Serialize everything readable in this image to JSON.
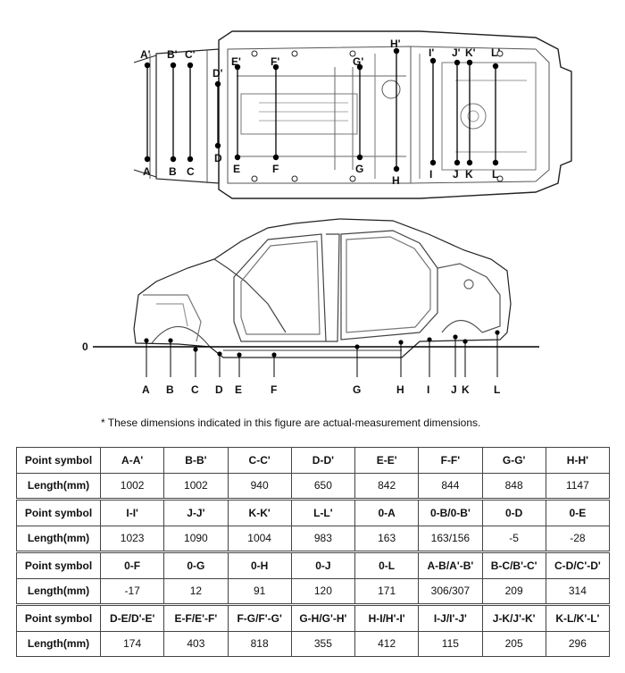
{
  "top_view": {
    "upper_labels": [
      "A'",
      "B'",
      "C'",
      "D'",
      "E'",
      "F'",
      "G'",
      "H'",
      "I'",
      "J'",
      "K'",
      "L'"
    ],
    "lower_labels": [
      "A",
      "B",
      "C",
      "D",
      "E",
      "F",
      "G",
      "H",
      "I",
      "J",
      "K",
      "L"
    ]
  },
  "side_view": {
    "zero_label": "0",
    "bottom_labels": [
      "A",
      "B",
      "C",
      "D",
      "E",
      "F",
      "G",
      "H",
      "I",
      "J",
      "K",
      "L"
    ]
  },
  "note": "*  These dimensions indicated in this figure are actual-measurement dimensions.",
  "table": {
    "row_label_point": "Point symbol",
    "row_label_length": "Length(mm)",
    "groups": [
      {
        "points": [
          "A-A'",
          "B-B'",
          "C-C'",
          "D-D'",
          "E-E'",
          "F-F'",
          "G-G'",
          "H-H'"
        ],
        "lengths": [
          "1002",
          "1002",
          "940",
          "650",
          "842",
          "844",
          "848",
          "1147"
        ]
      },
      {
        "points": [
          "I-I'",
          "J-J'",
          "K-K'",
          "L-L'",
          "0-A",
          "0-B/0-B'",
          "0-D",
          "0-E"
        ],
        "lengths": [
          "1023",
          "1090",
          "1004",
          "983",
          "163",
          "163/156",
          "-5",
          "-28"
        ]
      },
      {
        "points": [
          "0-F",
          "0-G",
          "0-H",
          "0-J",
          "0-L",
          "A-B/A'-B'",
          "B-C/B'-C'",
          "C-D/C'-D'"
        ],
        "lengths": [
          "-17",
          "12",
          "91",
          "120",
          "171",
          "306/307",
          "209",
          "314"
        ]
      },
      {
        "points": [
          "D-E/D'-E'",
          "E-F/E'-F'",
          "F-G/F'-G'",
          "G-H/G'-H'",
          "H-I/H'-I'",
          "I-J/I'-J'",
          "J-K/J'-K'",
          "K-L/K'-L'"
        ],
        "lengths": [
          "174",
          "403",
          "818",
          "355",
          "412",
          "115",
          "205",
          "296"
        ]
      }
    ]
  }
}
